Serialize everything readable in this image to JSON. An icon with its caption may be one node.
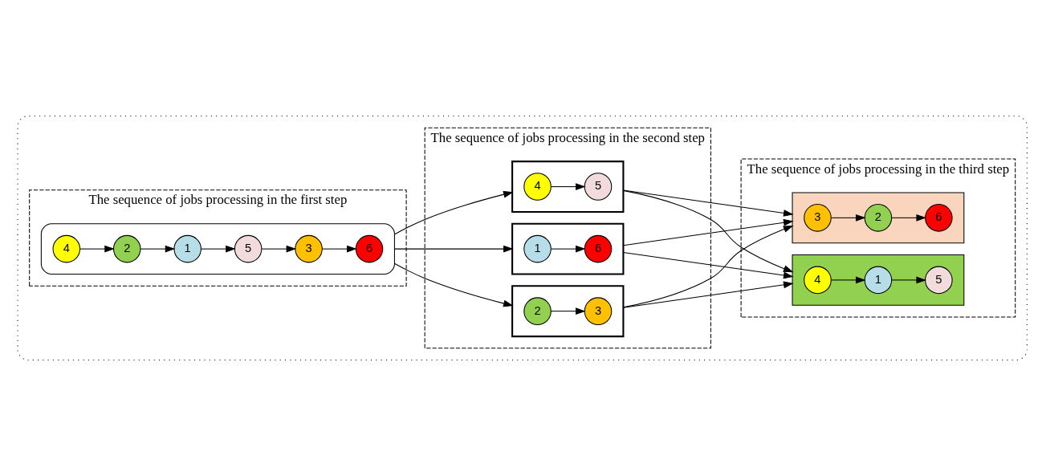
{
  "diagram": {
    "nodes": [
      {
        "text": [],
        "shape": "box"
      },
      {
        "text": [
          "The sequence of jobs processing in the first step"
        ],
        "in": 0
      },
      {
        "text": [],
        "shape": "stadium",
        "in": 1
      },
      {
        "text": [
          "4"
        ],
        "in": 2
      },
      {
        "text": [
          "2"
        ],
        "in": 2
      },
      {
        "text": [
          "1"
        ],
        "in": 2
      },
      {
        "text": [
          "5"
        ],
        "in": 2
      },
      {
        "text": [
          "3"
        ],
        "in": 2
      },
      {
        "text": [
          "6"
        ],
        "in": 2
      },
      {
        "text": [
          "The sequence of jobs processing in the second step"
        ],
        "in": 0
      },
      {
        "text": [],
        "shape": "hexagon",
        "in": 9
      },
      {
        "text": [
          "4"
        ],
        "in": 10
      },
      {
        "text": [
          "5"
        ],
        "in": 10
      },
      {
        "text": [],
        "shape": "hexagon",
        "in": 9
      },
      {
        "text": [
          "1"
        ],
        "in": 13
      },
      {
        "text": [
          "6"
        ],
        "in": 13
      },
      {
        "text": [],
        "shape": "hexagon",
        "in": 9
      },
      {
        "text": [
          "2"
        ],
        "in": 16
      },
      {
        "text": [
          "3"
        ],
        "in": 16
      },
      {
        "text": [
          "The sequence of jobs processing in the third step"
        ],
        "in": 0
      },
      {
        "text": [],
        "shape": "box",
        "in": 19
      },
      {
        "text": [
          "3"
        ],
        "in": 20
      },
      {
        "text": [
          "2"
        ],
        "in": 20
      },
      {
        "text": [
          "6"
        ],
        "in": 20
      },
      {
        "text": [],
        "shape": "box",
        "in": 19
      },
      {
        "text": [
          "4"
        ],
        "in": 24
      },
      {
        "text": [
          "1"
        ],
        "in": 24
      },
      {
        "text": [
          "5"
        ],
        "in": 24
      }
    ],
    "edges": [
      {
        "from": 3,
        "to": 4,
        "arrow": "to"
      },
      {
        "from": 4,
        "to": 5,
        "arrow": "to"
      },
      {
        "from": 5,
        "to": 6,
        "arrow": "to"
      },
      {
        "from": 6,
        "to": 7,
        "arrow": "to"
      },
      {
        "from": 7,
        "to": 8,
        "arrow": "to"
      },
      {
        "from": 2,
        "to": 10,
        "arrow": "to"
      },
      {
        "from": 2,
        "to": 13,
        "arrow": "to"
      },
      {
        "from": 2,
        "to": 16,
        "arrow": "to"
      },
      {
        "from": 11,
        "to": 12,
        "arrow": "to"
      },
      {
        "from": 14,
        "to": 15,
        "arrow": "to"
      },
      {
        "from": 17,
        "to": 18,
        "arrow": "to"
      },
      {
        "from": 10,
        "to": 20,
        "arrow": "to"
      },
      {
        "from": 10,
        "to": 24,
        "arrow": "to"
      },
      {
        "from": 13,
        "to": 20,
        "arrow": "to"
      },
      {
        "from": 13,
        "to": 24,
        "arrow": "to"
      },
      {
        "from": 16,
        "to": 20,
        "arrow": "to"
      },
      {
        "from": 16,
        "to": 24,
        "arrow": "to"
      },
      {
        "from": 21,
        "to": 22,
        "arrow": "to"
      },
      {
        "from": 22,
        "to": 23,
        "arrow": "to"
      },
      {
        "from": 25,
        "to": 26,
        "arrow": "to"
      },
      {
        "from": 26,
        "to": 27,
        "arrow": "to"
      }
    ]
  }
}
